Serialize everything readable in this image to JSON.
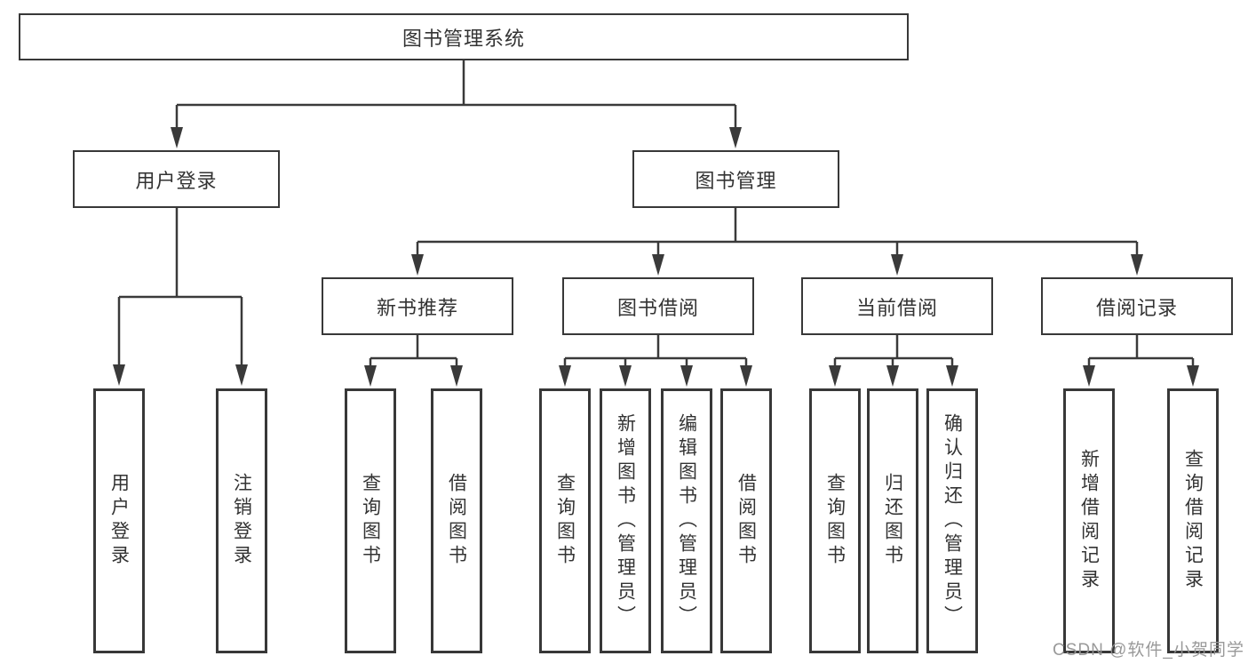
{
  "diagram": {
    "root": {
      "label": "图书管理系统"
    },
    "level2": {
      "user_login": {
        "label": "用户登录"
      },
      "book_management": {
        "label": "图书管理"
      }
    },
    "level3": {
      "new_book_recommend": {
        "label": "新书推荐"
      },
      "book_borrow": {
        "label": "图书借阅"
      },
      "current_borrow": {
        "label": "当前借阅"
      },
      "borrow_records": {
        "label": "借阅记录"
      }
    },
    "leaves": {
      "user_login": [
        "用户登录",
        "注销登录"
      ],
      "new_book_recommend": [
        "查询图书",
        "借阅图书"
      ],
      "book_borrow": [
        "查询图书",
        "新增图书（管理员）",
        "编辑图书（管理员）",
        "借阅图书"
      ],
      "current_borrow": [
        "查询图书",
        "归还图书",
        "确认归还（管理员）"
      ],
      "borrow_records": [
        "新增借阅记录",
        "查询借阅记录"
      ]
    },
    "colors": {
      "line": "#3a3a3a",
      "border": "#383838",
      "text": "#333333",
      "watermark": "#949494"
    },
    "watermark": "CSDN @软件_小贺同学"
  }
}
